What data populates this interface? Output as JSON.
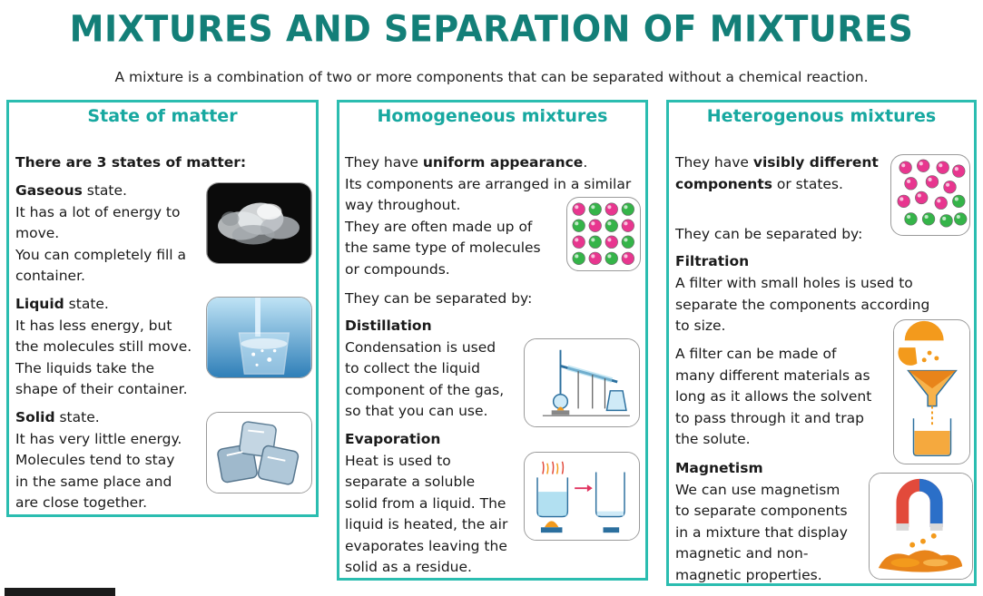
{
  "title": "MIXTURES AND SEPARATION OF MIXTURES",
  "subtitle": "A mixture is a combination of two or more components that can be separated without a chemical reaction.",
  "colors": {
    "title": "#137f78",
    "panel_border": "#2bbdb0",
    "panel_heading": "#17a8a0"
  },
  "state_of_matter": {
    "heading": "State of matter",
    "intro": "There are 3 states of matter:",
    "gaseous": {
      "name": "Gaseous",
      "suffix": " state.",
      "lines": [
        "It has a lot of energy to",
        "move.",
        "You can completely fill a",
        "container."
      ],
      "icon": "smoke-image"
    },
    "liquid": {
      "name": "Liquid",
      "suffix": " state.",
      "lines": [
        "It has less energy, but",
        "the molecules still move.",
        "The liquids take the",
        "shape of their container."
      ],
      "icon": "water-glass-image"
    },
    "solid": {
      "name": "Solid",
      "suffix": " state.",
      "lines": [
        "It has very little energy.",
        "Molecules tend to stay",
        "in the same place and",
        "are close together."
      ],
      "icon": "ice-cubes-image"
    }
  },
  "homogeneous": {
    "heading": "Homogeneous mixtures",
    "line1_pre": "They have ",
    "line1_bold": "uniform appearance",
    "line1_post": ".",
    "lines": [
      "Its components are arranged in a similar",
      "way throughout.",
      "They are often made up of",
      "the same type of molecules",
      "or compounds."
    ],
    "separated_by": "They can be separated by:",
    "distillation": {
      "name": "Distillation",
      "lines": [
        "Condensation is used",
        "to collect the liquid",
        "component of the gas,",
        "so that you can use."
      ],
      "icon": "distillation-apparatus-image"
    },
    "evaporation": {
      "name": "Evaporation",
      "lines": [
        "Heat is used to",
        "separate a soluble",
        "solid from a liquid. The",
        "liquid is heated, the air",
        "evaporates leaving the",
        "solid as a residue."
      ],
      "icon": "evaporation-apparatus-image"
    }
  },
  "heterogeneous": {
    "heading": "Heterogenous mixtures",
    "line1_pre": "They have ",
    "line1_bold": "visibly different",
    "line2_bold": "components",
    "line2_post": " or states.",
    "separated_by": "They can be separated by:",
    "filtration": {
      "name": "Filtration",
      "lines": [
        "A filter with small holes is used to",
        "separate the components according",
        "to size.",
        "A filter can be made of",
        "many different materials as",
        "long as it allows the solvent",
        "to pass through it and trap",
        "the solute."
      ],
      "icon": "filtration-funnel-image"
    },
    "magnetism": {
      "name": "Magnetism",
      "lines": [
        "We can use magnetism",
        "to separate components",
        "in a mixture that display",
        "magnetic and non-",
        "magnetic properties."
      ],
      "icon": "magnet-image"
    }
  }
}
